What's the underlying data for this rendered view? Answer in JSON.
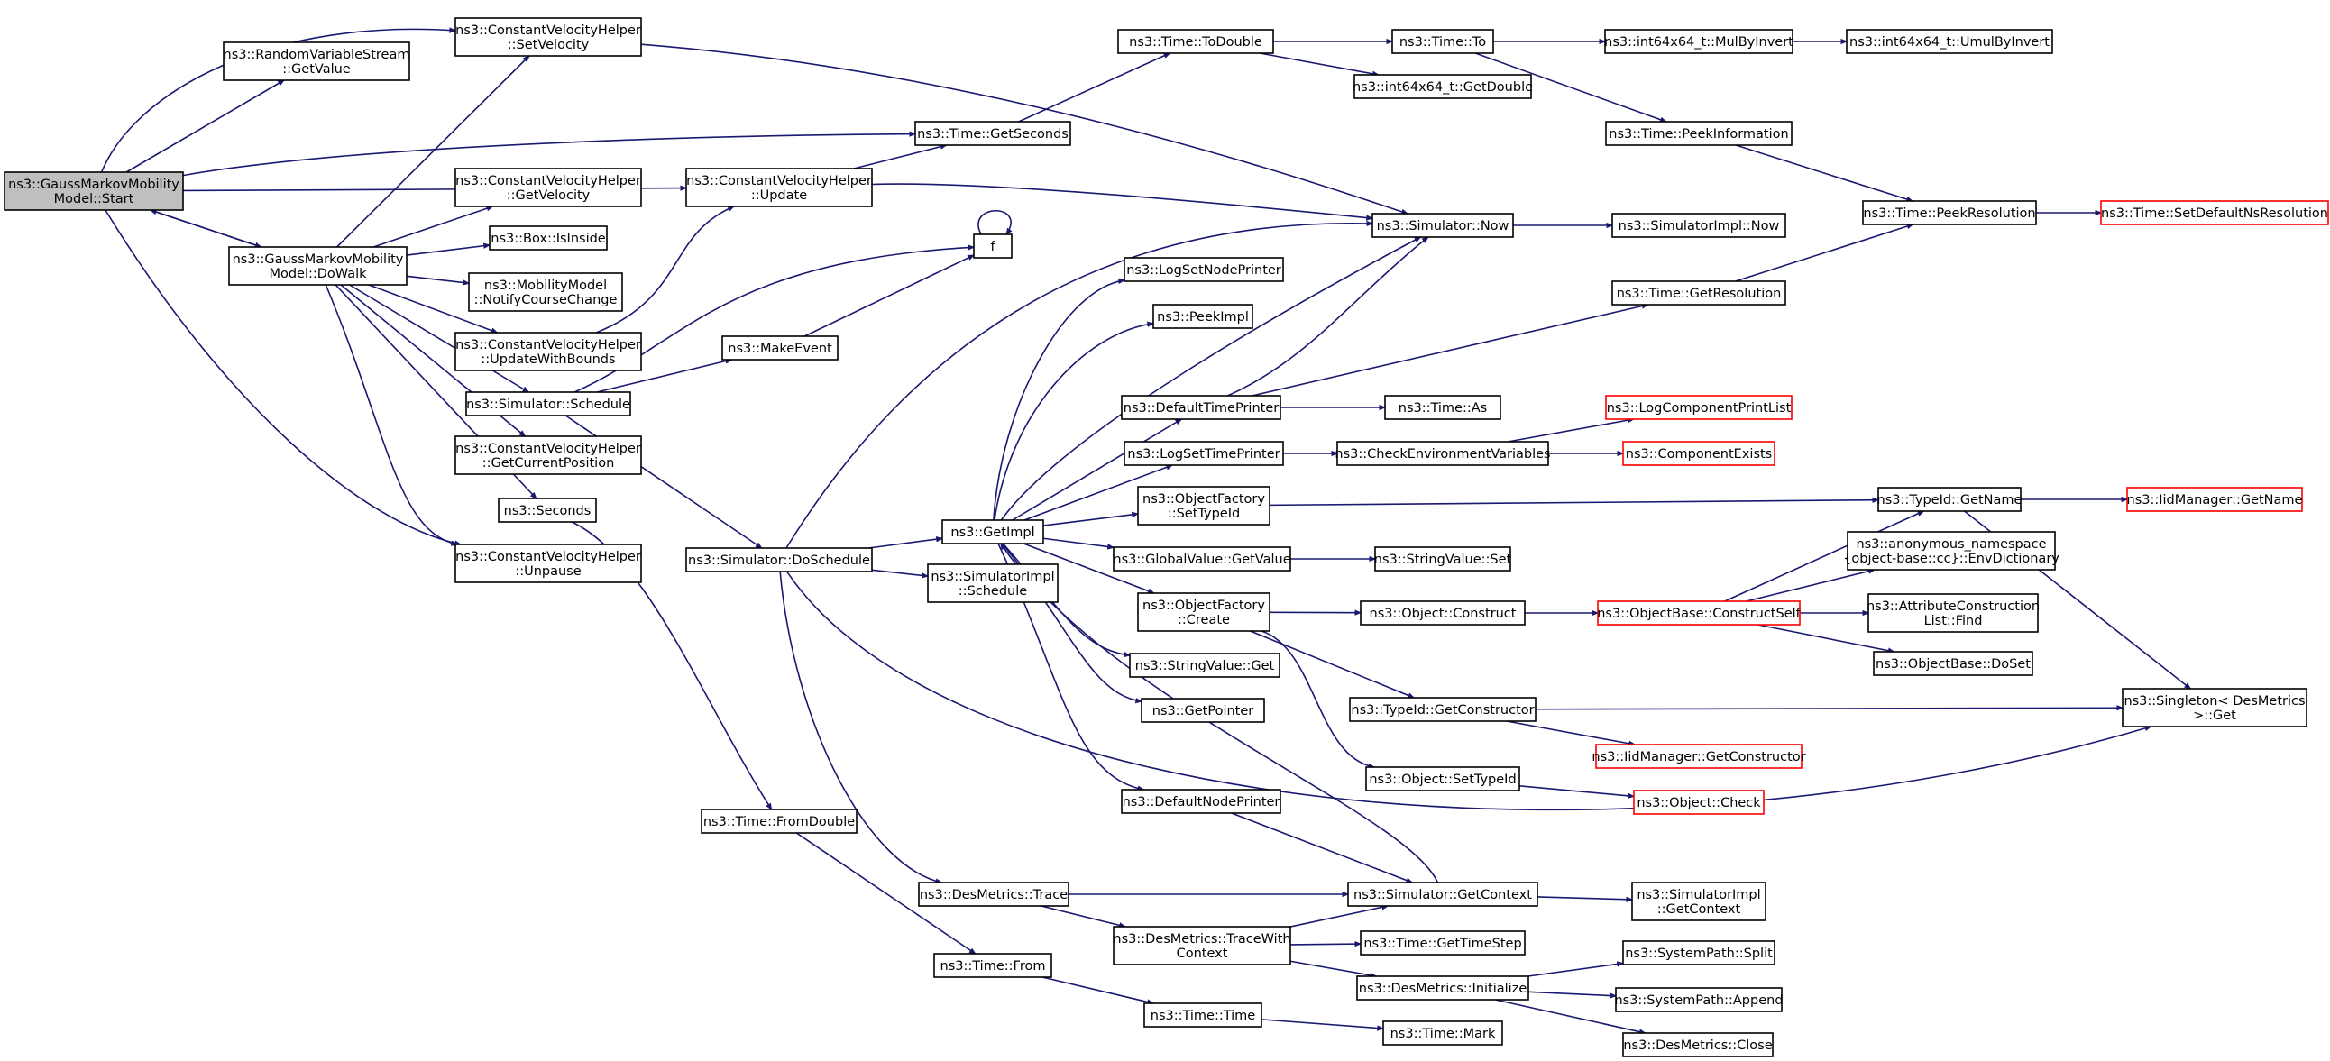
{
  "colors": {
    "edge": "#191970",
    "root_fill": "#bfbfbf",
    "truncated_border": "#ff0000",
    "box_border": "#000000",
    "background": "#ffffff"
  },
  "nodes": {
    "start": [
      "ns3::GaussMarkovMobility",
      "Model::Start"
    ],
    "rvs_getvalue": [
      "ns3::RandomVariableStream",
      "::GetValue"
    ],
    "cvh_setvelocity": [
      "ns3::ConstantVelocityHelper",
      "::SetVelocity"
    ],
    "dowalk": [
      "ns3::GaussMarkovMobility",
      "Model::DoWalk"
    ],
    "cvh_getvelocity": [
      "ns3::ConstantVelocityHelper",
      "::GetVelocity"
    ],
    "box_isinside": [
      "ns3::Box::IsInside"
    ],
    "mm_notify": [
      "ns3::MobilityModel",
      "::NotifyCourseChange"
    ],
    "cvh_updatewithbounds": [
      "ns3::ConstantVelocityHelper",
      "::UpdateWithBounds"
    ],
    "sim_schedule": [
      "ns3::Simulator::Schedule"
    ],
    "cvh_getcurrentposition": [
      "ns3::ConstantVelocityHelper",
      "::GetCurrentPosition"
    ],
    "seconds": [
      "ns3::Seconds"
    ],
    "cvh_unpause": [
      "ns3::ConstantVelocityHelper",
      "::Unpause"
    ],
    "cvh_update": [
      "ns3::ConstantVelocityHelper",
      "::Update"
    ],
    "makeevent": [
      "ns3::MakeEvent"
    ],
    "sim_doschedule": [
      "ns3::Simulator::DoSchedule"
    ],
    "time_fromdouble": [
      "ns3::Time::FromDouble"
    ],
    "time_getseconds": [
      "ns3::Time::GetSeconds"
    ],
    "f": [
      "f"
    ],
    "getimpl": [
      "ns3::GetImpl"
    ],
    "simimpl_schedule": [
      "ns3::SimulatorImpl",
      "::Schedule"
    ],
    "desmetrics_trace": [
      "ns3::DesMetrics::Trace"
    ],
    "time_from": [
      "ns3::Time::From"
    ],
    "time_todouble": [
      "ns3::Time::ToDouble"
    ],
    "logsetnodeprinter": [
      "ns3::LogSetNodePrinter"
    ],
    "peekimpl": [
      "ns3::PeekImpl"
    ],
    "defaulttimeprinter": [
      "ns3::DefaultTimePrinter"
    ],
    "logsettimeprinter": [
      "ns3::LogSetTimePrinter"
    ],
    "of_settypeid": [
      "ns3::ObjectFactory",
      "::SetTypeId"
    ],
    "gv_getvalue": [
      "ns3::GlobalValue::GetValue"
    ],
    "of_create": [
      "ns3::ObjectFactory",
      "::Create"
    ],
    "sv_get": [
      "ns3::StringValue::Get"
    ],
    "getpointer": [
      "ns3::GetPointer"
    ],
    "defaultnodeprinter": [
      "ns3::DefaultNodePrinter"
    ],
    "dm_tracewithcontext": [
      "ns3::DesMetrics::TraceWith",
      "Context"
    ],
    "time_time": [
      "ns3::Time::Time"
    ],
    "time_to": [
      "ns3::Time::To"
    ],
    "i64_getdouble": [
      "ns3::int64x64_t::GetDouble"
    ],
    "sim_now": [
      "ns3::Simulator::Now"
    ],
    "time_as": [
      "ns3::Time::As"
    ],
    "checkenv": [
      "ns3::CheckEnvironmentVariables"
    ],
    "sv_set": [
      "ns3::StringValue::Set"
    ],
    "obj_construct": [
      "ns3::Object::Construct"
    ],
    "tid_getconstructor": [
      "ns3::TypeId::GetConstructor"
    ],
    "obj_settypeid": [
      "ns3::Object::SetTypeId"
    ],
    "sim_getcontext": [
      "ns3::Simulator::GetContext"
    ],
    "time_gettimestep": [
      "ns3::Time::GetTimeStep"
    ],
    "dm_initialize": [
      "ns3::DesMetrics::Initialize"
    ],
    "time_mark": [
      "ns3::Time::Mark"
    ],
    "i64_mulbyinvert": [
      "ns3::int64x64_t::MulByInvert"
    ],
    "time_peekinformation": [
      "ns3::Time::PeekInformation"
    ],
    "simimpl_now": [
      "ns3::SimulatorImpl::Now"
    ],
    "time_getresolution": [
      "ns3::Time::GetResolution"
    ],
    "logcomponentprintlist": [
      "ns3::LogComponentPrintList"
    ],
    "componentexists": [
      "ns3::ComponentExists"
    ],
    "ob_constructself": [
      "ns3::ObjectBase::ConstructSelf"
    ],
    "iid_getconstructor": [
      "ns3::IidManager::GetConstructor"
    ],
    "obj_check": [
      "ns3::Object::Check"
    ],
    "simimpl_getcontext": [
      "ns3::SimulatorImpl",
      "::GetContext"
    ],
    "sp_split": [
      "ns3::SystemPath::Split"
    ],
    "sp_append": [
      "ns3::SystemPath::Append"
    ],
    "dm_close": [
      "ns3::DesMetrics::Close"
    ],
    "i64_umulbyinvert": [
      "ns3::int64x64_t::UmulByInvert"
    ],
    "time_peekresolution": [
      "ns3::Time::PeekResolution"
    ],
    "tid_getname": [
      "ns3::TypeId::GetName"
    ],
    "anon_envdictionary": [
      "ns3::anonymous_namespace",
      "{object-base::cc}::EnvDictionary"
    ],
    "acl_find": [
      "ns3::AttributeConstruction",
      "List::Find"
    ],
    "ob_doset": [
      "ns3::ObjectBase::DoSet"
    ],
    "singleton_get": [
      "ns3::Singleton< DesMetrics",
      ">::Get"
    ],
    "time_setdefaultnsresolution": [
      "ns3::Time::SetDefaultNsResolution"
    ],
    "iid_getname": [
      "ns3::IidManager::GetName"
    ]
  }
}
